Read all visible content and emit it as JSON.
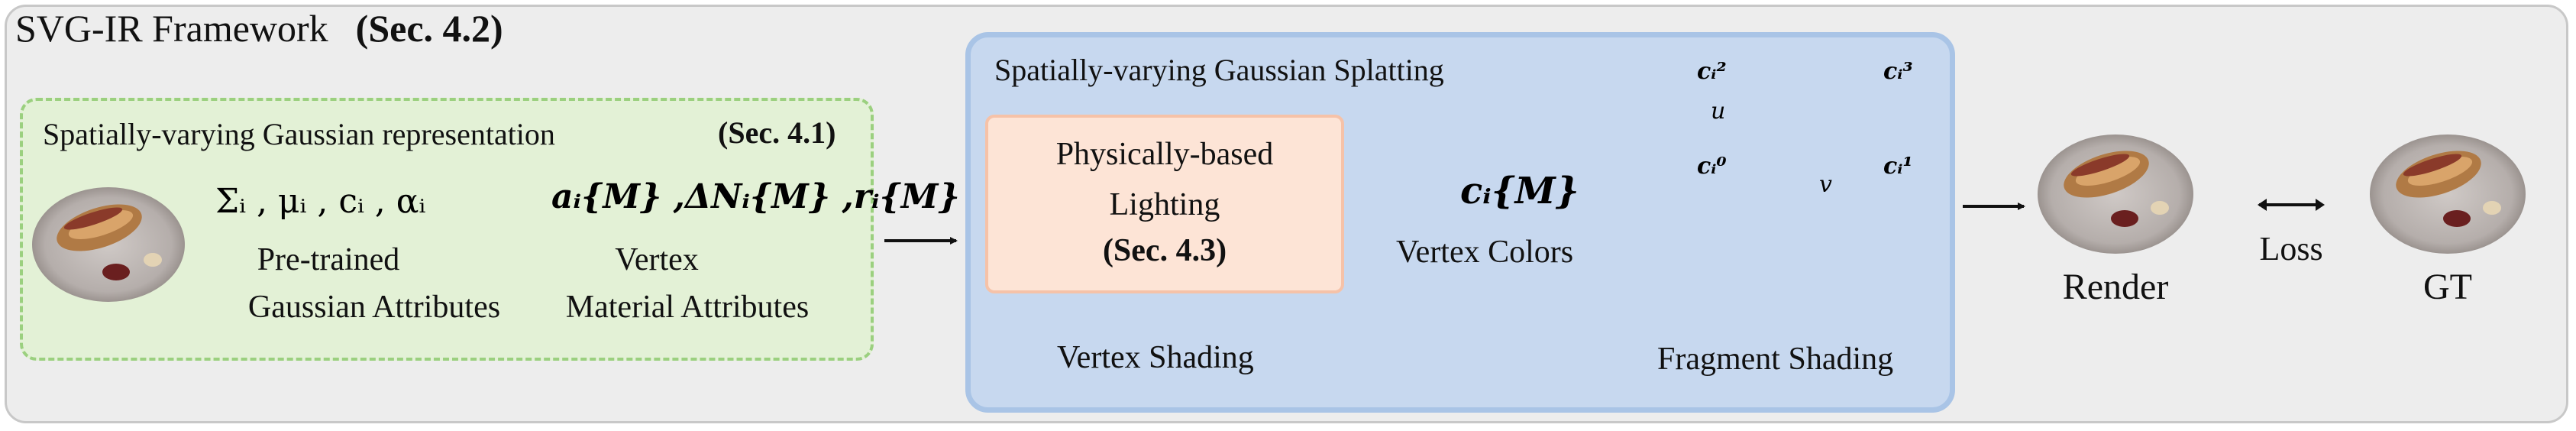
{
  "framework_title": "SVG-IR Framework",
  "framework_sec": "(Sec. 4.2)",
  "svg_rep": {
    "title": "Spatially-varying Gaussian representation",
    "sec": "(Sec. 4.1)",
    "pretrained_math": "Σᵢ , μᵢ , cᵢ , αᵢ",
    "pretrained_label_1": "Pre-trained",
    "pretrained_label_2": "Gaussian Attributes",
    "vertex_math": "aᵢ{M} ,ΔNᵢ{M} ,rᵢ{M}",
    "vertex_label_1": "Vertex",
    "vertex_label_2": "Material Attributes"
  },
  "splatting": {
    "title": "Spatially-varying Gaussian Splatting",
    "lighting_1": "Physically-based",
    "lighting_2": "Lighting",
    "lighting_sec": "(Sec. 4.3)",
    "vertex_color_math": "cᵢ{M}",
    "vertex_colors_label": "Vertex Colors",
    "vertex_shading": "Vertex Shading",
    "fragment_shading": "Fragment Shading",
    "corner_c2": "cᵢ²",
    "corner_c3": "cᵢ³",
    "corner_c0": "cᵢ⁰",
    "corner_c1": "cᵢ¹",
    "u_label": "u",
    "v_label": "v"
  },
  "render_label": "Render",
  "loss_label": "Loss",
  "gt_label": "GT",
  "colors": {
    "frame_bg": "#ededed",
    "green_bg": "#e3f1d6",
    "green_border": "#9bd07f",
    "blue_bg": "#c7d8ef",
    "blue_border": "#a9c4e6",
    "lighting_bg": "#fde4d6",
    "rect_orange": "#c8651f",
    "dashed_red": "#d91414"
  }
}
